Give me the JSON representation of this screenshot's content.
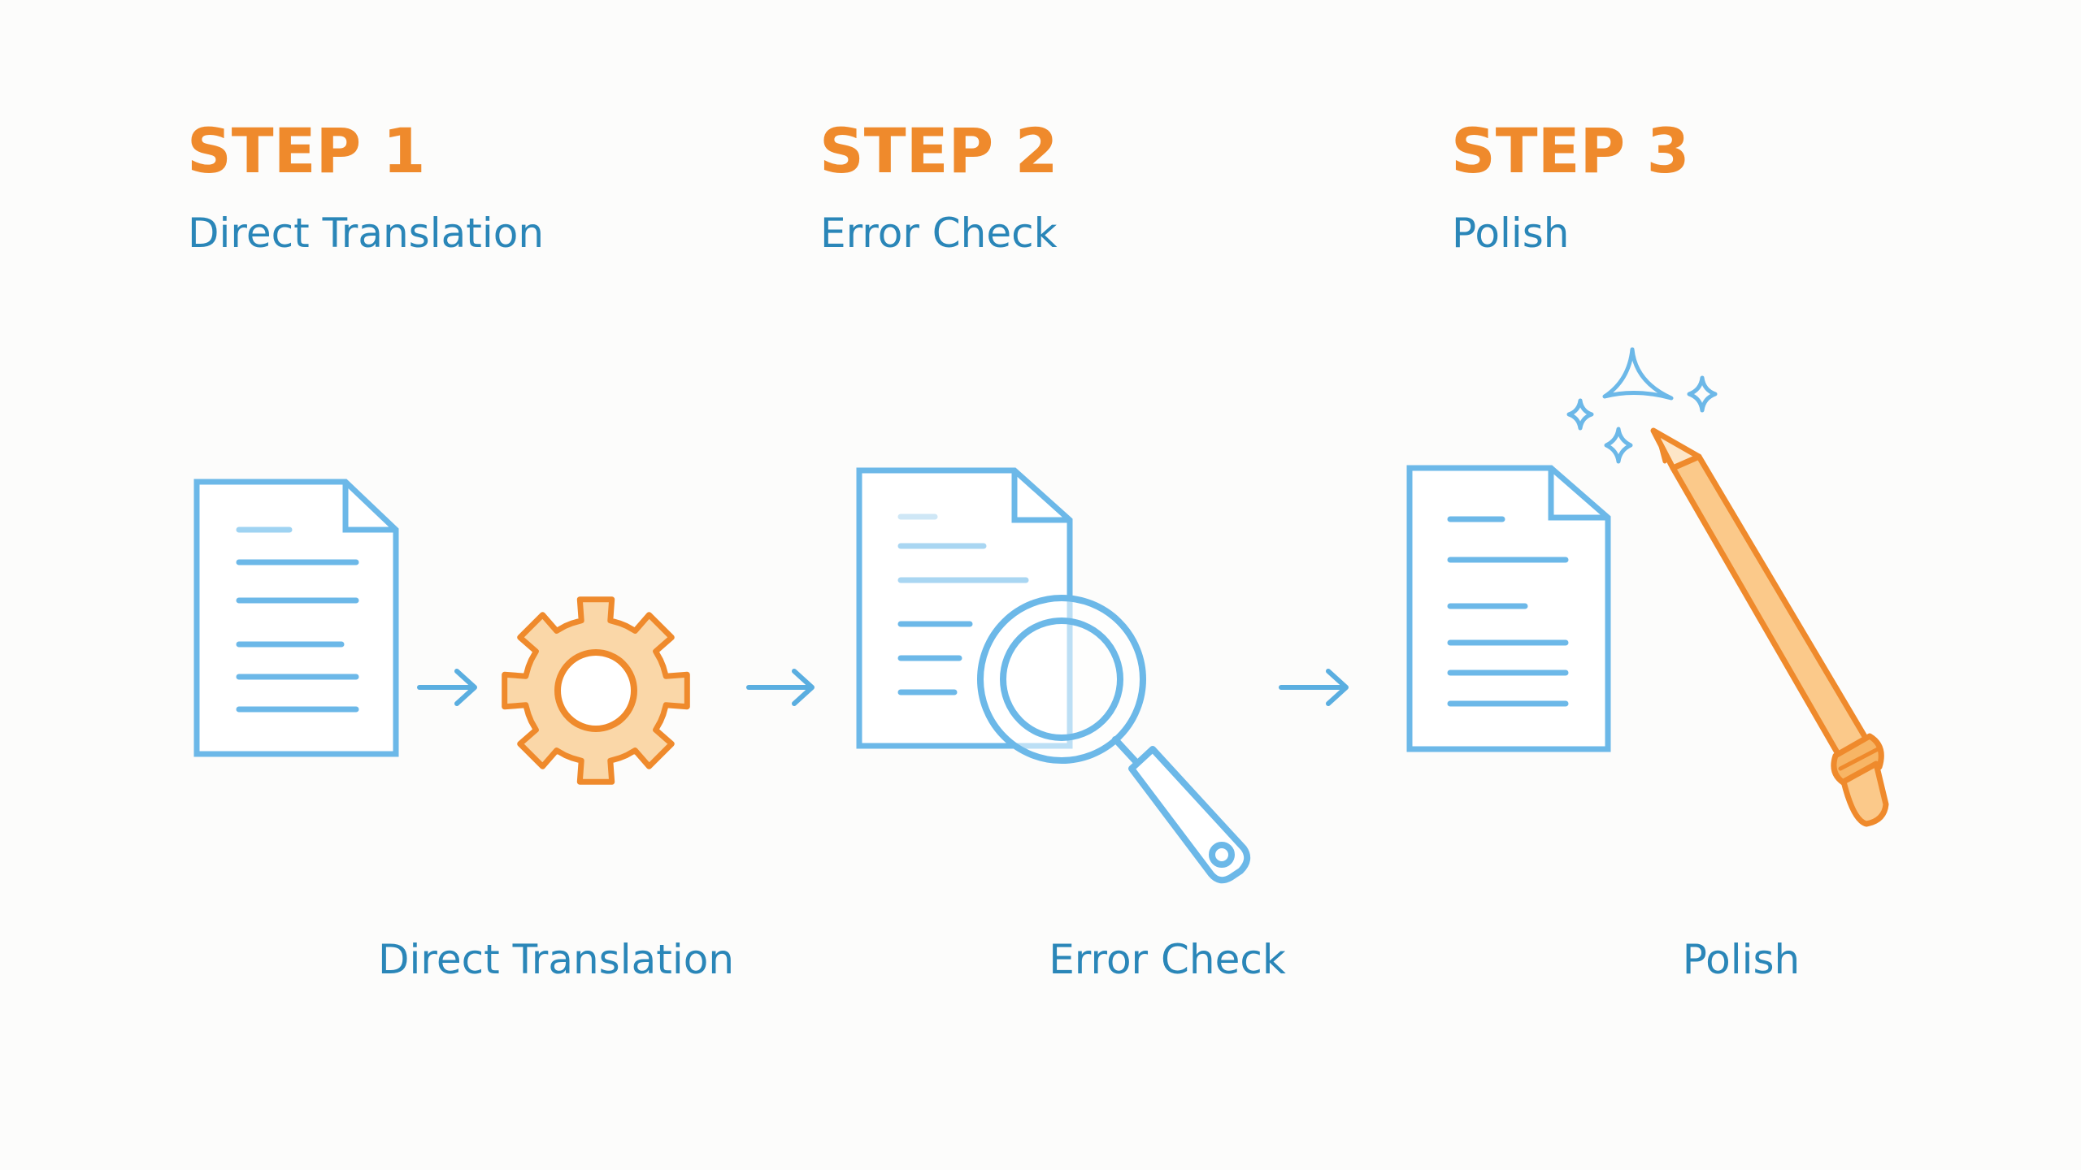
{
  "colors": {
    "orange": "#ef8a2c",
    "orange_fill": "#fad7a8",
    "blue_line": "#6cb8e8",
    "blue_text": "#2a86b8",
    "background": "#fcfcfb"
  },
  "steps": [
    {
      "number": "STEP 1",
      "title": "Direct Translation",
      "caption": "Direct Translation",
      "icons": [
        "document-icon",
        "gear-icon"
      ]
    },
    {
      "number": "STEP 2",
      "title": "Error Check",
      "caption": "Error Check",
      "icons": [
        "document-icon",
        "magnifying-glass-icon"
      ]
    },
    {
      "number": "STEP 3",
      "title": "Polish",
      "caption": "Polish",
      "icons": [
        "document-icon",
        "pencil-icon",
        "sparkle-icon"
      ]
    }
  ]
}
